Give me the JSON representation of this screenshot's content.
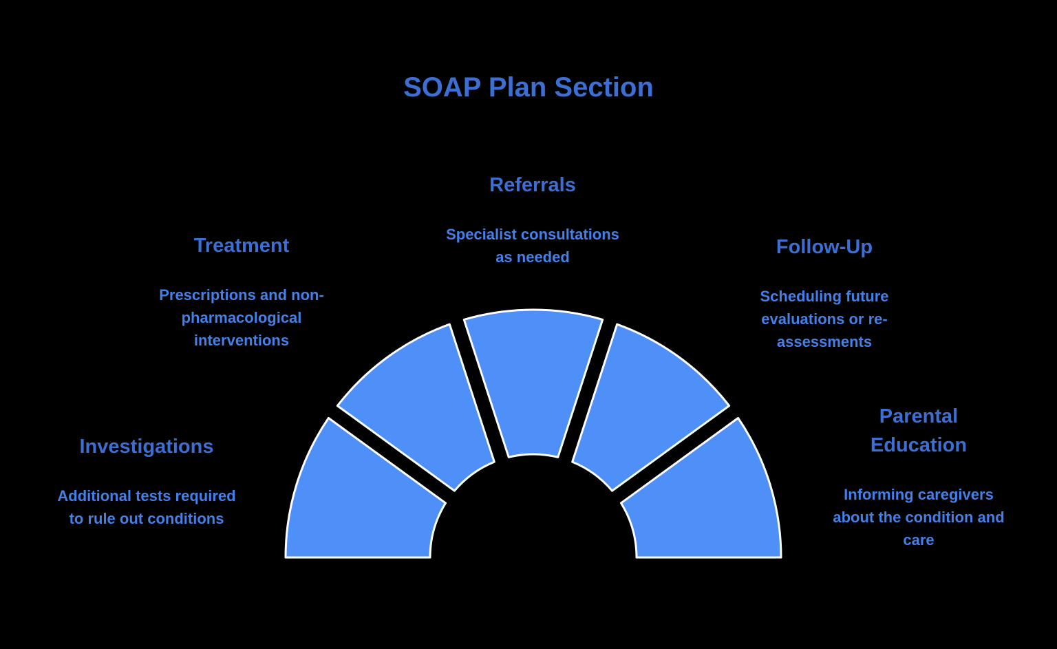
{
  "title": "SOAP Plan Section",
  "colors": {
    "background": "#000000",
    "heading_text": "#3c6fd4",
    "body_text": "#4480e8",
    "segment_fill": "#4e90f7",
    "segment_stroke": "#ffffff"
  },
  "fan": {
    "type": "semicircle-fan",
    "segment_count": 5
  },
  "labels": [
    {
      "id": "investigations",
      "title": "Investigations",
      "description": "Additional tests required\nto rule out conditions"
    },
    {
      "id": "treatment",
      "title": "Treatment",
      "description": "Prescriptions and non-\npharmacological\ninterventions"
    },
    {
      "id": "referrals",
      "title": "Referrals",
      "description": "Specialist consultations\nas needed"
    },
    {
      "id": "follow-up",
      "title": "Follow-Up",
      "description": "Scheduling future\nevaluations or re-\nassessments"
    },
    {
      "id": "parental-education",
      "title": "Parental\nEducation",
      "description": "Informing caregivers\nabout the condition and\ncare"
    }
  ]
}
